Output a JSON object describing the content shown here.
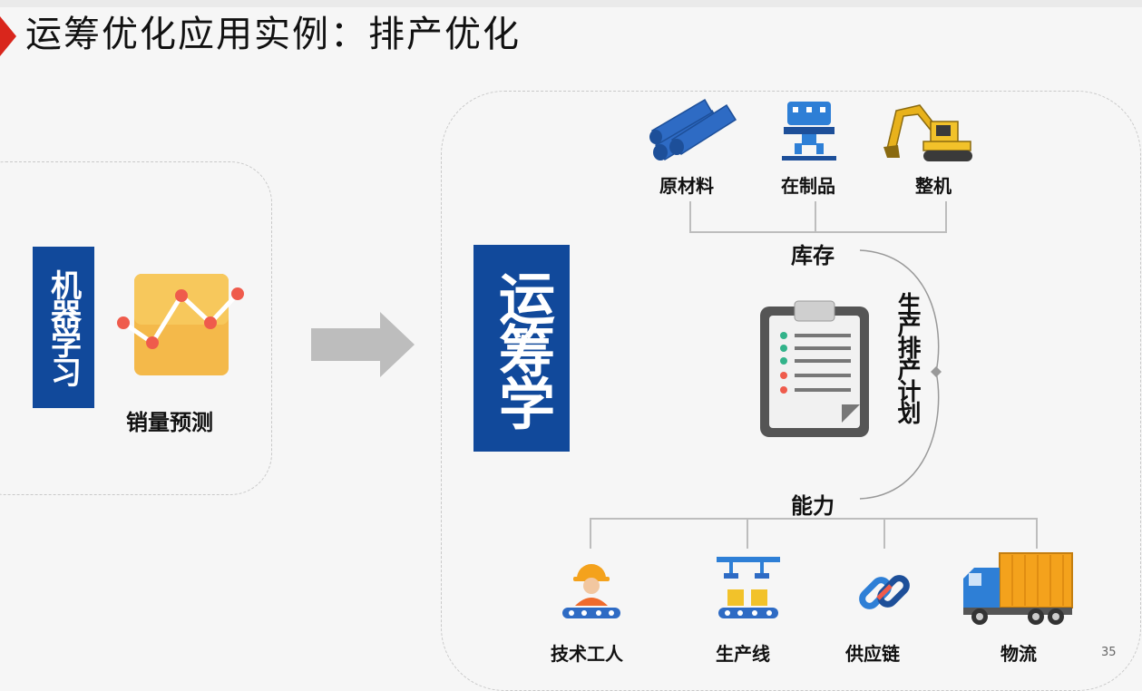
{
  "title": "运筹优化应用实例：排产优化",
  "left_panel": {
    "vertical_label": "机器学习",
    "icon": "line-chart-icon",
    "caption": "销量预测"
  },
  "arrow": "right-arrow-icon",
  "right_panel": {
    "vertical_label": "运筹学",
    "inventory": {
      "label": "库存",
      "items": [
        {
          "label": "原材料",
          "icon": "pipes-icon"
        },
        {
          "label": "在制品",
          "icon": "machine-part-icon"
        },
        {
          "label": "整机",
          "icon": "excavator-icon"
        }
      ]
    },
    "plan": {
      "label": "生产排产计划",
      "icon": "clipboard-icon"
    },
    "capacity": {
      "label": "能力",
      "items": [
        {
          "label": "技术工人",
          "icon": "worker-icon"
        },
        {
          "label": "生产线",
          "icon": "production-line-icon"
        },
        {
          "label": "供应链",
          "icon": "chain-link-icon"
        },
        {
          "label": "物流",
          "icon": "truck-icon"
        }
      ]
    }
  },
  "page_number": "35",
  "colors": {
    "accent_blue": "#11499b",
    "red_marker": "#d9261c",
    "chart_orange": "#f4b94a",
    "chart_dot": "#ef5b4c",
    "line_gray": "#bdbdbd"
  }
}
